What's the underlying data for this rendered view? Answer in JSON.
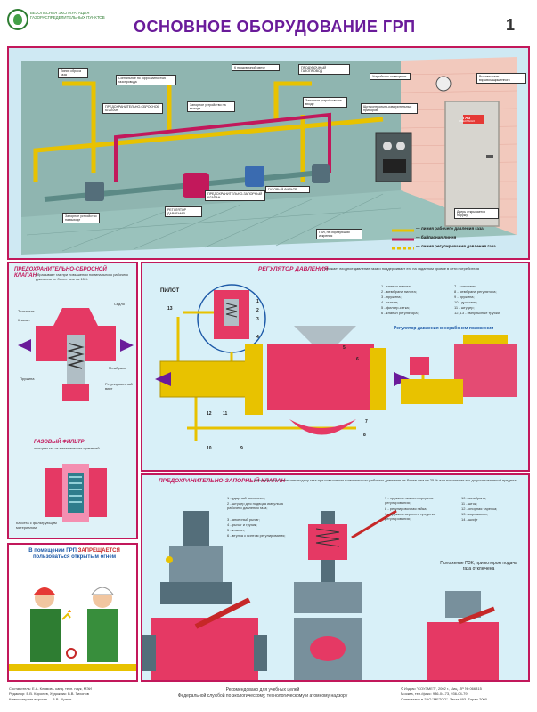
{
  "header": {
    "logo_text": "БЕЗОПАСНАЯ ЭКСПЛУАТАЦИЯ ГАЗОРАСПРЕДЕЛИТЕЛЬНЫХ ПУНКТОВ",
    "title": "ОСНОВНОЕ ОБОРУДОВАНИЕ ГРП",
    "page_number": "1"
  },
  "top_panel": {
    "labels": {
      "purge_line": "Линия сброса газа",
      "safety_note_1": "Сигнальное по коррозийностью газопровода",
      "chimney": "К продувочной свече",
      "purge_pipeline": "ПРОДУВОЧНЫЙ ГАЗОПРОВОД",
      "relief_valve": "ПРЕДОХРАНИТЕЛЬНО-СБРОСНОЙ КЛАПАН",
      "inlet_valve": "Запорное устройство на выходе",
      "outlet_valve": "Запорное устройство на входе",
      "meter_shield": "Щит контрольно-измерительных приборов",
      "heater": "Устройство освещения",
      "explosion_proof": "Выключатель взрывозащищенного",
      "gas_sign": "ГАЗ",
      "gas_sign_sub": "ОГНЕОПАСНО",
      "regulator": "РЕГУЛЯТОР ДАВЛЕНИЯ",
      "shutoff_valve": "ПРЕДОХРАНИТЕЛЬНО-ЗАПОРНЫЙ КЛАПАН",
      "gas_filter": "ГАЗОВЫЙ ФИЛЬТР",
      "outlet_device": "Запорное устройство на выходе",
      "door": "Дверь открывается наружу",
      "floor_note": "Пол, не образующий искрения"
    },
    "legend": [
      {
        "label": "— линия рабочего давления газа",
        "color": "#e8c200"
      },
      {
        "label": "— байпасная линия",
        "color": "#c2185b"
      },
      {
        "label": "— линия регулирования давления газа",
        "color": "#e8c200"
      }
    ]
  },
  "relief_panel": {
    "title": "ПРЕДОХРАНИТЕЛЬНО-СБРОСНОЙ",
    "title2": "КЛАПАН",
    "desc": "сбрасывает газ при повышении номинального рабочего давления не более чем на 15%",
    "parts": [
      "Седло",
      "Клапан",
      "Толкатель",
      "Мембрана",
      "Пружина",
      "Регулировочный винт"
    ],
    "filter_title": "ГАЗОВЫЙ ФИЛЬТР",
    "filter_desc": "очищает газ от механических примесей",
    "filter_caption": "Кассета с фильтрующим материалом"
  },
  "regulator_panel": {
    "title": "РЕГУЛЯТОР ДАВЛЕНИЯ",
    "desc": "снижает входное давление газа и поддерживает его на заданном уровне в сети потребителя",
    "pilot": "ПИЛОТ",
    "legend": [
      "1 - клапан пилота;",
      "2 - мембрана пилота;",
      "3 - пружина;",
      "4 - стакан;",
      "5 - фильтр-сетка;",
      "6 - клапан регулятора;",
      "7 - толкатель;",
      "8 - мембрана регулятора;",
      "9 - пружина;",
      "10 - дроссель;",
      "11 - штуцер;",
      "12, 13 - импульсные трубки"
    ],
    "subcaption": "Регулятор давления в нерабочем положении",
    "numbers": [
      "13",
      "1",
      "2",
      "3",
      "4",
      "5",
      "6",
      "7",
      "8",
      "9",
      "10",
      "11",
      "12"
    ]
  },
  "shutoff_panel": {
    "title": "ПРЕДОХРАНИТЕЛЬНО-ЗАПОРНЫЙ КЛАПАН",
    "desc": "автоматически отключает подачу газа при повышении номинального рабочего давления не более чем на 25 % или понижении его до установленной предела",
    "legend_left": [
      "1 - ударный молоточек;",
      "2 - штуцер для подвода импульса рабочего давления газа;",
      "3 - анкерный рычаг;",
      "4 - рычаг и грузик;",
      "5 - клапан;",
      "6 - втулка с винтом регулирования;"
    ],
    "legend_right": [
      "7 - пружина нижнего предела регулирования;",
      "8 - регулировочная гайка;",
      "9 - пружина верхнего предела регулирования;",
      "10 - мембрана;",
      "11 - шток;",
      "12 - опорная тарелка;",
      "13 - коромысло;",
      "14 - шифт"
    ],
    "position_caption": "Положение ПЗК, при котором подача газа отключена"
  },
  "warning_panel": {
    "line1": "В помещении ГРП",
    "line1_red": "ЗАПРЕЩАЕТСЯ",
    "line2": "пользоваться открытым огнем"
  },
  "footer": {
    "left_lines": [
      "Составитель: Е.А. Климов - канд. техн. наук, МЭИ",
      "Редактор: В.В. Королев, Художник: В.В. Тихонов",
      "Компьютерная верстка — В.В. Щипин"
    ],
    "center_line1": "Рекомендовано для учебных целей",
    "center_line2": "Федеральной службой по экологическому, технологическому и атомному надзору",
    "right_lines": [
      "© Изд-во \"СОУЗМЕТ\", 2002 г., Лиц. ЛР № 066815",
      "Москва, тел./факс: 936-04-73, 936-04-79",
      "Отпечатано в ЗАО \"МЕТСО\". Заказ 493. Тираж 2000"
    ]
  }
}
